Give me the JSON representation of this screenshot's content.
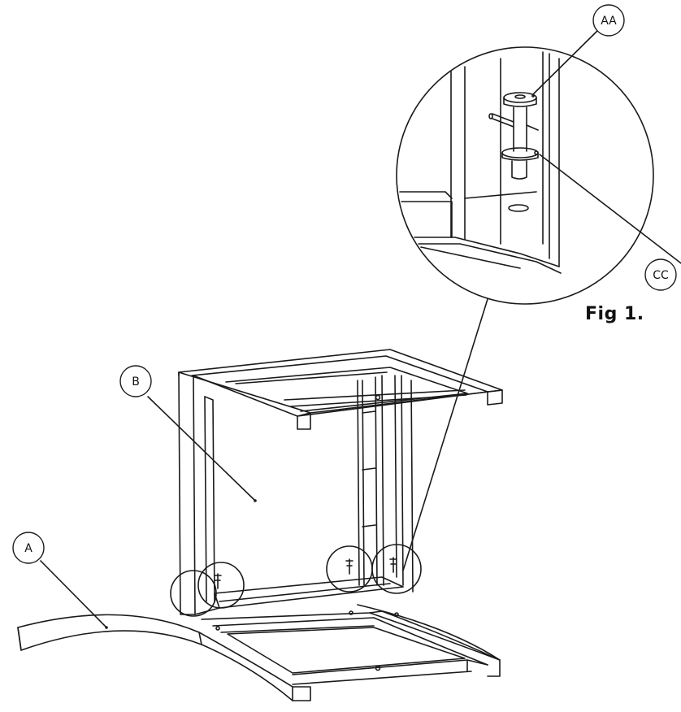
{
  "figure": {
    "caption": "Fig 1."
  },
  "callouts": {
    "aa": "AA",
    "cc": "CC",
    "a": "A",
    "b": "B"
  },
  "colors": {
    "line": "#1a1a1a",
    "background": "#ffffff"
  }
}
